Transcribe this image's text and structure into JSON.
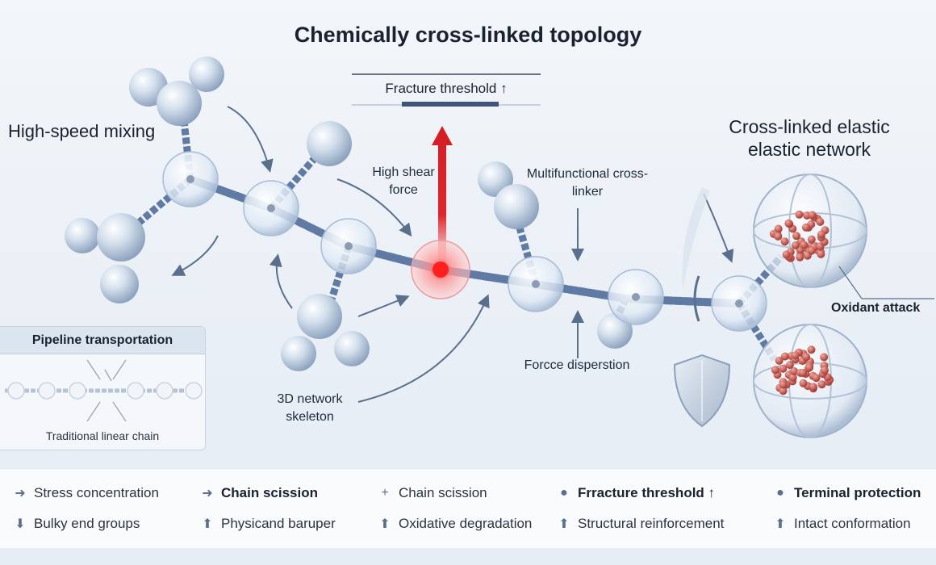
{
  "title": "Chemically cross-linked topology",
  "fracture_box": "Fracture threshold ↑",
  "labels": {
    "mixing": "High-speed mixing",
    "crosslinked": "Cross-linked elastic elastic network",
    "shear": "High shear force",
    "multi": "Multifunctional cross-linker",
    "dispersion": "Forcce disperstion",
    "skeleton": "3D network skeleton",
    "oxidant": "Oxidant attack"
  },
  "pipeline": {
    "header": "Pipeline transportation",
    "footer": "Traditional linear chain"
  },
  "legend": {
    "row1": [
      {
        "icon": "arrow-right-icon",
        "glyph": "➜",
        "text": "Stress concentration",
        "bold": false
      },
      {
        "icon": "arrow-right-icon",
        "glyph": "➜",
        "text": "Chain scission",
        "bold": true
      },
      {
        "icon": "plus-line-icon",
        "glyph": "+",
        "text": "Chain scission",
        "bold": false
      },
      {
        "icon": "dot-icon",
        "glyph": "●",
        "text": "Frracture threshold ↑",
        "bold": true
      },
      {
        "icon": "dot-icon",
        "glyph": "●",
        "text": "Terminal protection",
        "bold": true
      }
    ],
    "row2": [
      {
        "icon": "arrow-down-icon",
        "glyph": "⬇",
        "text": "Bulky end groups",
        "bold": false
      },
      {
        "icon": "arrow-up-icon",
        "glyph": "⬆",
        "text": "Physicand baruper",
        "bold": false
      },
      {
        "icon": "arrow-up-icon",
        "glyph": "⬆",
        "text": "Oxidative degradation",
        "bold": false
      },
      {
        "icon": "arrow-up-icon",
        "glyph": "⬆",
        "text": "Structural reinforcement",
        "bold": false
      },
      {
        "icon": "arrow-up-icon",
        "glyph": "⬆",
        "text": "Intact conformation",
        "bold": false
      }
    ]
  },
  "colors": {
    "accent": "#e0262b",
    "chain": "#5f7aa3",
    "bead": "#c9d6e6",
    "text": "#1e2a3a"
  }
}
